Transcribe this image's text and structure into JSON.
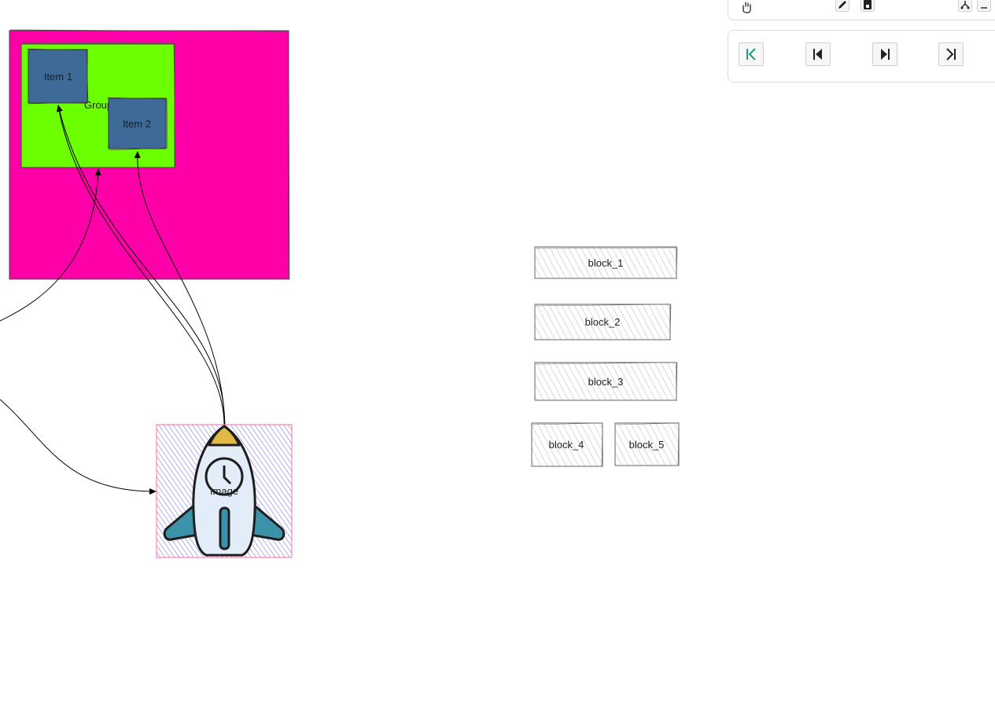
{
  "canvas": {
    "group_label": "Group",
    "items": [
      {
        "label": "Item 1"
      },
      {
        "label": "Item 2"
      }
    ],
    "image_node_label": "Image",
    "blocks": [
      {
        "label": "block_1"
      },
      {
        "label": "block_2"
      },
      {
        "label": "block_3"
      },
      {
        "label": "block_4"
      },
      {
        "label": "block_5"
      }
    ]
  },
  "toolbar": {
    "tools": [
      "hand-icon",
      "edit-icon",
      "save-icon",
      "layout-icon",
      "minimize-icon"
    ]
  },
  "navigation": {
    "buttons": [
      "first-page",
      "previous-page",
      "next-page",
      "last-page"
    ],
    "active": "first-page"
  },
  "colors": {
    "outer_group": "#ff00a8",
    "inner_group": "#6cff00",
    "item_fill": "#3d6a96",
    "block_hatch": "#a9b9cc",
    "image_hatch": "#3a3aff",
    "image_border": "#ff6b9a",
    "accent": "#1a9a78"
  }
}
